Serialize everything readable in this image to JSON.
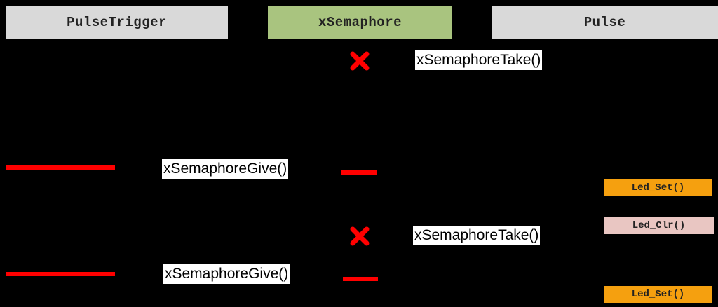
{
  "lanes": {
    "pulse_trigger": "PulseTrigger",
    "semaphore": "xSemaphore",
    "pulse": "Pulse"
  },
  "events": {
    "take_1": "xSemaphoreTake()",
    "give_1": "xSemaphoreGive()",
    "take_2": "xSemaphoreTake()",
    "give_2": "xSemaphoreGive()"
  },
  "leds": {
    "set_1": "Led_Set()",
    "clr_1": "Led_Clr()",
    "set_2": "Led_Set()"
  },
  "colors": {
    "background": "#000000",
    "lane_gray": "#d9d9d9",
    "lane_green": "#a9c47f",
    "signal_red": "#ff0000",
    "led_set": "#f5a00f",
    "led_clr": "#e9c6c2"
  }
}
